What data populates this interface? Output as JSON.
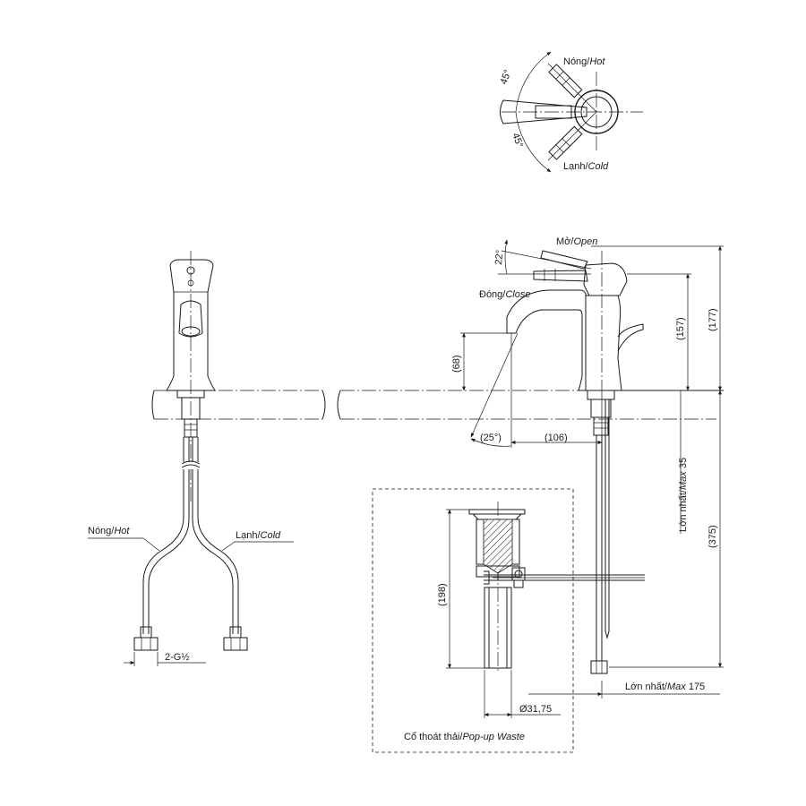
{
  "handle_top_view": {
    "hot_label": "Nóng/",
    "hot_label_en": "Hot",
    "cold_label": "Lạnh/",
    "cold_label_en": "Cold",
    "angle_top": "45°",
    "angle_bottom": "45°"
  },
  "side_view": {
    "open_label": "Mở/",
    "open_label_en": "Open",
    "close_label": "Đóng/",
    "close_label_en": "Close",
    "handle_angle": "22°",
    "spout_height": "(68)",
    "body_height": "(157)",
    "total_height": "(177)",
    "spout_angle": "(25°)",
    "spout_reach": "(106)",
    "max_counter_label": "Lớn nhất/",
    "max_counter_label_en": "Max",
    "max_counter_value": " 35",
    "hose_length": "(375)",
    "max_below_label": "Lớn nhất/",
    "max_below_label_en": "Max",
    "max_below_value": " 175"
  },
  "front_view": {
    "hot_label": "Nóng/",
    "hot_label_en": "Hot",
    "cold_label": "Lạnh/",
    "cold_label_en": "Cold",
    "connector_size": "2-G½"
  },
  "popup_waste": {
    "height": "(198)",
    "diameter": "Ø31,75",
    "caption": "Cổ thoát thải/",
    "caption_en": "Pop-up Waste"
  }
}
